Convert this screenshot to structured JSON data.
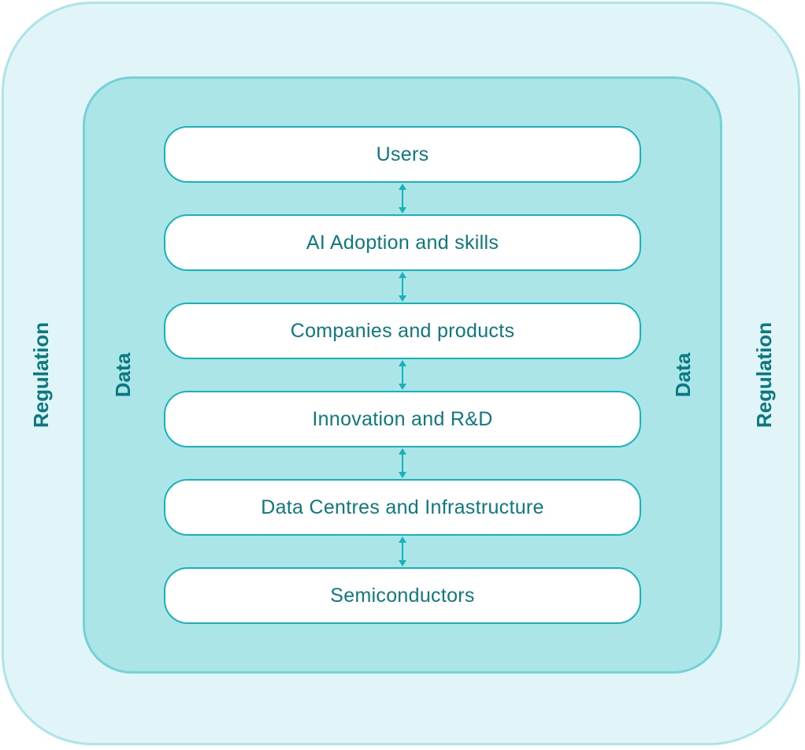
{
  "diagram": {
    "outer_label": "Regulation",
    "inner_label": "Data",
    "layers": [
      {
        "label": "Users"
      },
      {
        "label": "AI Adoption and skills"
      },
      {
        "label": "Companies and products"
      },
      {
        "label": "Innovation and R&D"
      },
      {
        "label": "Data Centres and Infrastructure"
      },
      {
        "label": "Semiconductors"
      }
    ],
    "connectors": "bidirectional"
  },
  "colors": {
    "outer_fill": "#e1f4f7",
    "inner_fill": "#abe5e8",
    "box_border": "#15b4bd",
    "text": "#0a7a80"
  }
}
